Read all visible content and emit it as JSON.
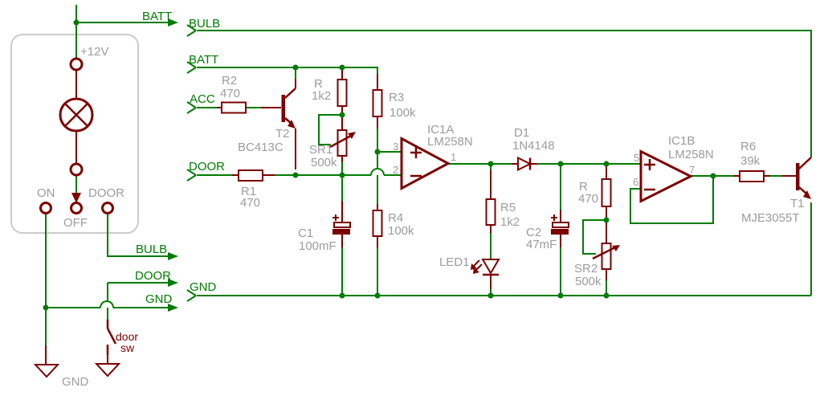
{
  "colors": {
    "wire_green": "#007c00",
    "component_maroon": "#7c0000",
    "label_gray": "#9c9c9c",
    "frame_gray": "#cbcbcb",
    "background": "#ffffff"
  },
  "nets": {
    "batt_top": "BATT",
    "bulb_in": "BULB",
    "batt_in": "BATT",
    "acc_in": "ACC",
    "door_in": "DOOR",
    "gnd_in": "GND",
    "bulb_out": "BULB",
    "door_out": "DOOR",
    "gnd_out": "GND"
  },
  "lamp_unit": {
    "supply": "+12V",
    "pos_on": "ON",
    "pos_off": "OFF",
    "pos_door": "DOOR",
    "ground": "GND",
    "switch_line1": "door",
    "switch_line2": "sw"
  },
  "components": {
    "r1": {
      "name": "R1",
      "value": "470"
    },
    "r2": {
      "name": "R2",
      "value": "470"
    },
    "rb": {
      "name": "R",
      "value": "1k2"
    },
    "r3": {
      "name": "R3",
      "value": "100k"
    },
    "r4": {
      "name": "R4",
      "value": "100k"
    },
    "r5": {
      "name": "R5",
      "value": "1k2"
    },
    "rf": {
      "name": "R",
      "value": "470"
    },
    "r6": {
      "name": "R6",
      "value": "39k"
    },
    "sr1": {
      "name": "SR1",
      "value": "500k"
    },
    "sr2": {
      "name": "SR2",
      "value": "500k"
    },
    "c1": {
      "name": "C1",
      "value": "100mF"
    },
    "c2": {
      "name": "C2",
      "value": "47mF"
    },
    "d1": {
      "name": "D1",
      "value": "1N4148"
    },
    "led1": {
      "name": "LED1"
    },
    "t2": {
      "name": "T2",
      "value": "BC413C"
    },
    "t1": {
      "name": "T1",
      "value": "MJE3055T"
    },
    "ic1a": {
      "name": "IC1A",
      "value": "LM258N",
      "pin_plus": "3",
      "pin_minus": "2",
      "pin_out": "1"
    },
    "ic1b": {
      "name": "IC1B",
      "value": "LM258N",
      "pin_plus": "5",
      "pin_minus": "6",
      "pin_out": "7"
    }
  }
}
